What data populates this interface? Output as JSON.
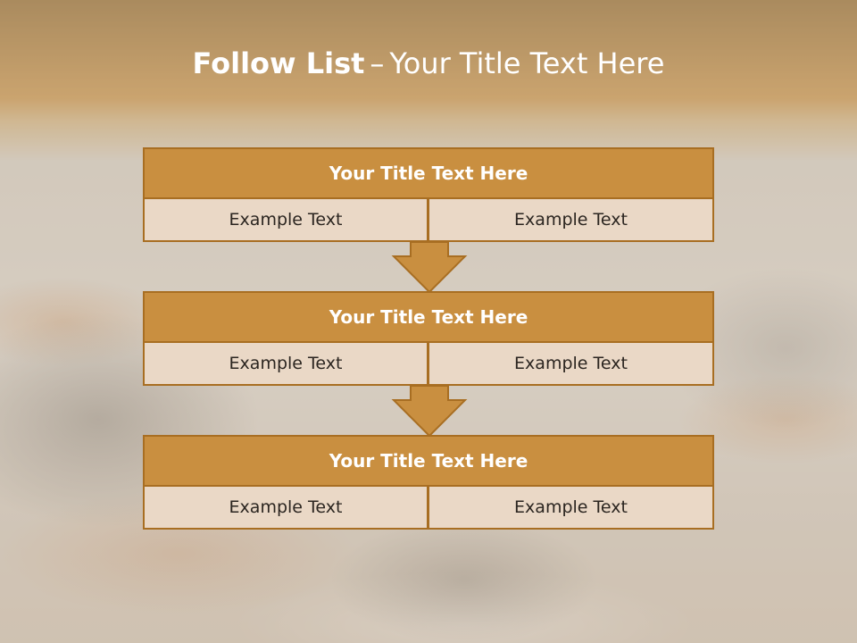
{
  "slide": {
    "title_bold": "Follow List",
    "title_sep": "–",
    "title_rest": "Your Title Text Here"
  },
  "blocks": [
    {
      "heading": "Your Title Text Here",
      "cells": [
        "Example Text",
        "Example Text"
      ]
    },
    {
      "heading": "Your Title Text Here",
      "cells": [
        "Example Text",
        "Example Text"
      ]
    },
    {
      "heading": "Your Title Text Here",
      "cells": [
        "Example Text",
        "Example Text"
      ]
    }
  ],
  "colors": {
    "header_fill": "#c98f40",
    "border": "#a86e22",
    "cell_fill": "#ead8c6",
    "arrow_fill": "#c98f40"
  }
}
